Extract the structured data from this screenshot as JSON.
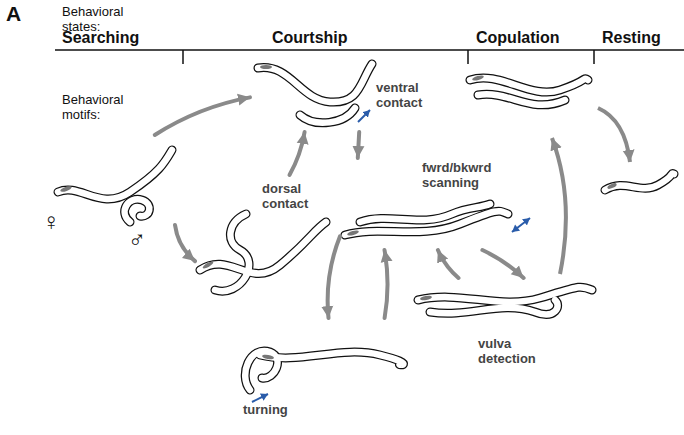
{
  "diagram": {
    "nodes": [
      {
        "text": [
          "♀",
          "♂"
        ]
      },
      {
        "text": [
          "ventral contact"
        ]
      },
      {
        "text": [
          "dorsal contact"
        ]
      },
      {
        "text": [
          "fwrd/bkwrd scanning"
        ]
      },
      {
        "text": [
          "vulva detection"
        ]
      },
      {
        "text": [
          "turning"
        ]
      }
    ],
    "edges": [
      {
        "from": 0,
        "to": 1,
        "arrow": "to"
      },
      {
        "from": 0,
        "to": 2,
        "arrow": "to"
      },
      {
        "from": 2,
        "to": 1,
        "arrow": "to"
      },
      {
        "from": 1,
        "to": 3,
        "arrow": "to"
      },
      {
        "from": 3,
        "to": 4,
        "arrow": "to"
      },
      {
        "from": 4,
        "to": 3,
        "arrow": "to"
      },
      {
        "from": 3,
        "to": 5,
        "arrow": "to"
      },
      {
        "from": 5,
        "to": 3,
        "arrow": "to"
      }
    ],
    "labels": [
      "A",
      "Behavioral states:",
      "Searching",
      "Courtship",
      "Copulation",
      "Resting",
      "Behavioral motifs:"
    ]
  }
}
